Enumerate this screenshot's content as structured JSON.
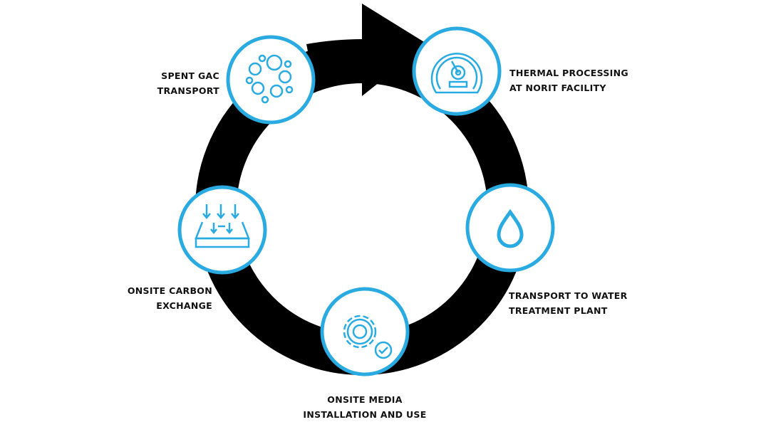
{
  "accent_color": "#29abe2",
  "steps": [
    {
      "line1": "SPENT GAC",
      "line2": "TRANSPORT",
      "icon": "molecule-icon"
    },
    {
      "line1": "THERMAL PROCESSING",
      "line2": "AT NORIT FACILITY",
      "icon": "gauge-icon"
    },
    {
      "line1": "TRANSPORT TO WATER",
      "line2": "TREATMENT PLANT",
      "icon": "water-drop-icon"
    },
    {
      "line1": "ONSITE MEDIA",
      "line2": "INSTALLATION AND USE",
      "icon": "gear-check-icon"
    },
    {
      "line1": "ONSITE CARBON",
      "line2": "EXCHANGE",
      "icon": "filter-bed-icon"
    }
  ]
}
